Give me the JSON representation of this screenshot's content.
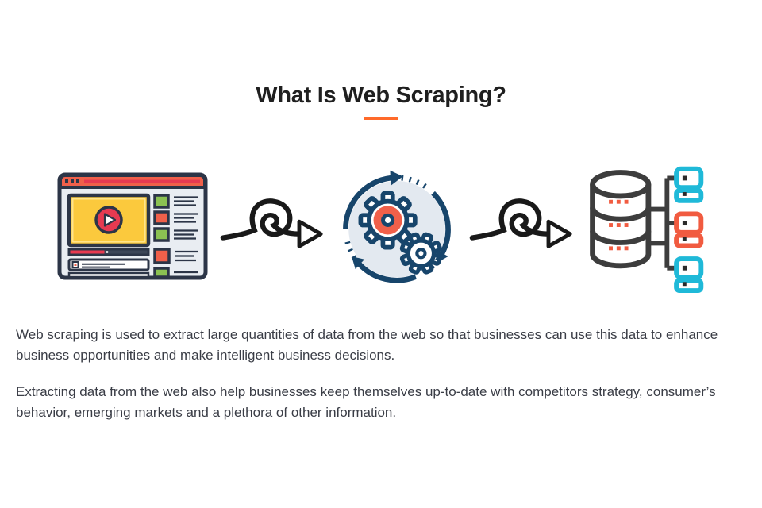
{
  "content": {
    "title": "What Is Web Scraping?",
    "paragraphs": [
      "Web scraping is used to extract large quantities of data from the web so that businesses can use this data to enhance business opportunities and make intelligent business decisions.",
      "Extracting data from the web also help businesses keep themselves up-to-date with competitors strategy, consumer’s behavior, emerging markets and a plethora of other information."
    ]
  },
  "illustration": {
    "flow": [
      "browser-video-icon",
      "curly-arrow-icon",
      "process-gears-icon",
      "curly-arrow-icon",
      "database-servers-icon"
    ]
  },
  "colors": {
    "accent": "#ff6a2a",
    "title": "#1f1f1f",
    "text": "#3a3d46",
    "outline": "#2c3547",
    "gearNavy": "#17456b",
    "orange": "#f0604a",
    "red": "#e73a51",
    "yellow": "#fbc93d",
    "green": "#8bc152",
    "browserBg": "#e9edf2",
    "circleBg": "#e3e9f0",
    "arrowInk": "#191919",
    "dbGray": "#3d3d3d",
    "cyan": "#1fb9d8",
    "dbOrange": "#f15b40",
    "darkSquare": "#2b2b2b",
    "slate": "#3c4657"
  }
}
